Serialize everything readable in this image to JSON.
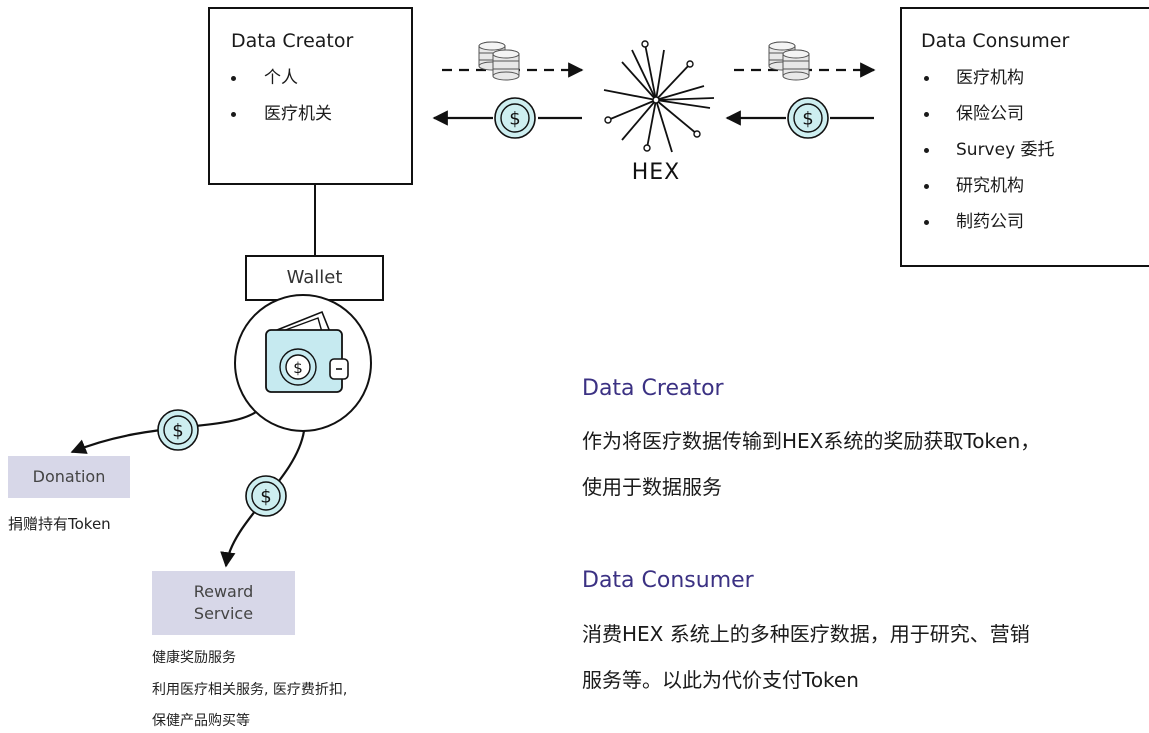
{
  "creator_box": {
    "title": "Data Creator",
    "items": [
      "个人",
      "医疗机关"
    ]
  },
  "consumer_box": {
    "title": "Data Consumer",
    "items": [
      "医疗机构",
      "保险公司",
      "Survey 委托",
      "研究机构",
      "制药公司"
    ]
  },
  "hub": {
    "label": "HEX"
  },
  "wallet": {
    "label": "Wallet"
  },
  "icons": {
    "coin": "dollar-coin-icon",
    "database": "database-stack-icon",
    "wallet": "wallet-icon",
    "hub": "starburst-hub-icon"
  },
  "donation": {
    "label": "Donation",
    "caption": "捐赠持有Token"
  },
  "reward": {
    "label_line1": "Reward",
    "label_line2": "Service",
    "caption_lines": [
      "健康奖励服务",
      "利用医疗相关服务, 医疗费折扣,",
      "保健产品购买等"
    ]
  },
  "descriptions": {
    "creator": {
      "title": "Data Creator",
      "lines": [
        "作为将医疗数据传输到HEX系统的奖励获取Token，",
        "使用于数据服务"
      ]
    },
    "consumer": {
      "title": "Data Consumer",
      "lines": [
        "消费HEX 系统上的多种医疗数据，用于研究、营销",
        "服务等。以此为代价支付Token"
      ]
    }
  },
  "colors": {
    "coin_fill": "#cdeef0",
    "wallet_fill": "#c6eaf0",
    "service_box": "#d7d7e8",
    "section_title": "#3b3183",
    "line": "#111111"
  }
}
